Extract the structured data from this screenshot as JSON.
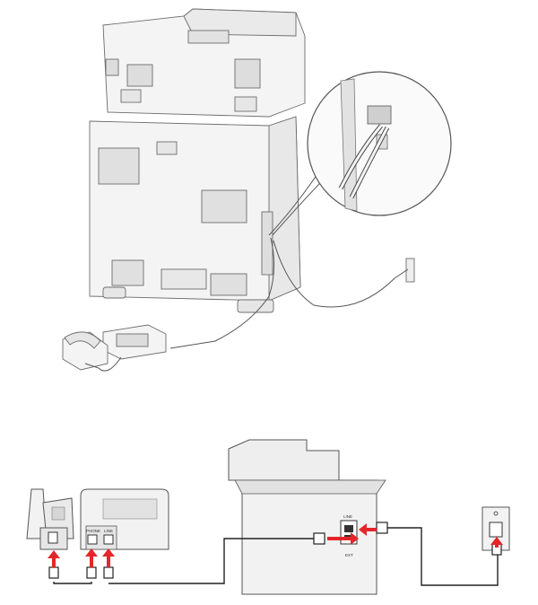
{
  "labels": {
    "phone_port": "PHONE",
    "line_port": "LINE",
    "printer_line": "LINE",
    "printer_ext": "EXT"
  },
  "colors": {
    "arrow": "#e4262b",
    "line": "#222222",
    "device_fill": "#f2f2f2",
    "device_dark": "#d6d6d6",
    "outline": "#555555"
  },
  "icons": [
    "telephone-icon",
    "answering-machine-icon",
    "printer-icon",
    "wall-jack-icon",
    "magnifier-callout-icon",
    "phone-plug-icon",
    "red-arrow-icon"
  ]
}
